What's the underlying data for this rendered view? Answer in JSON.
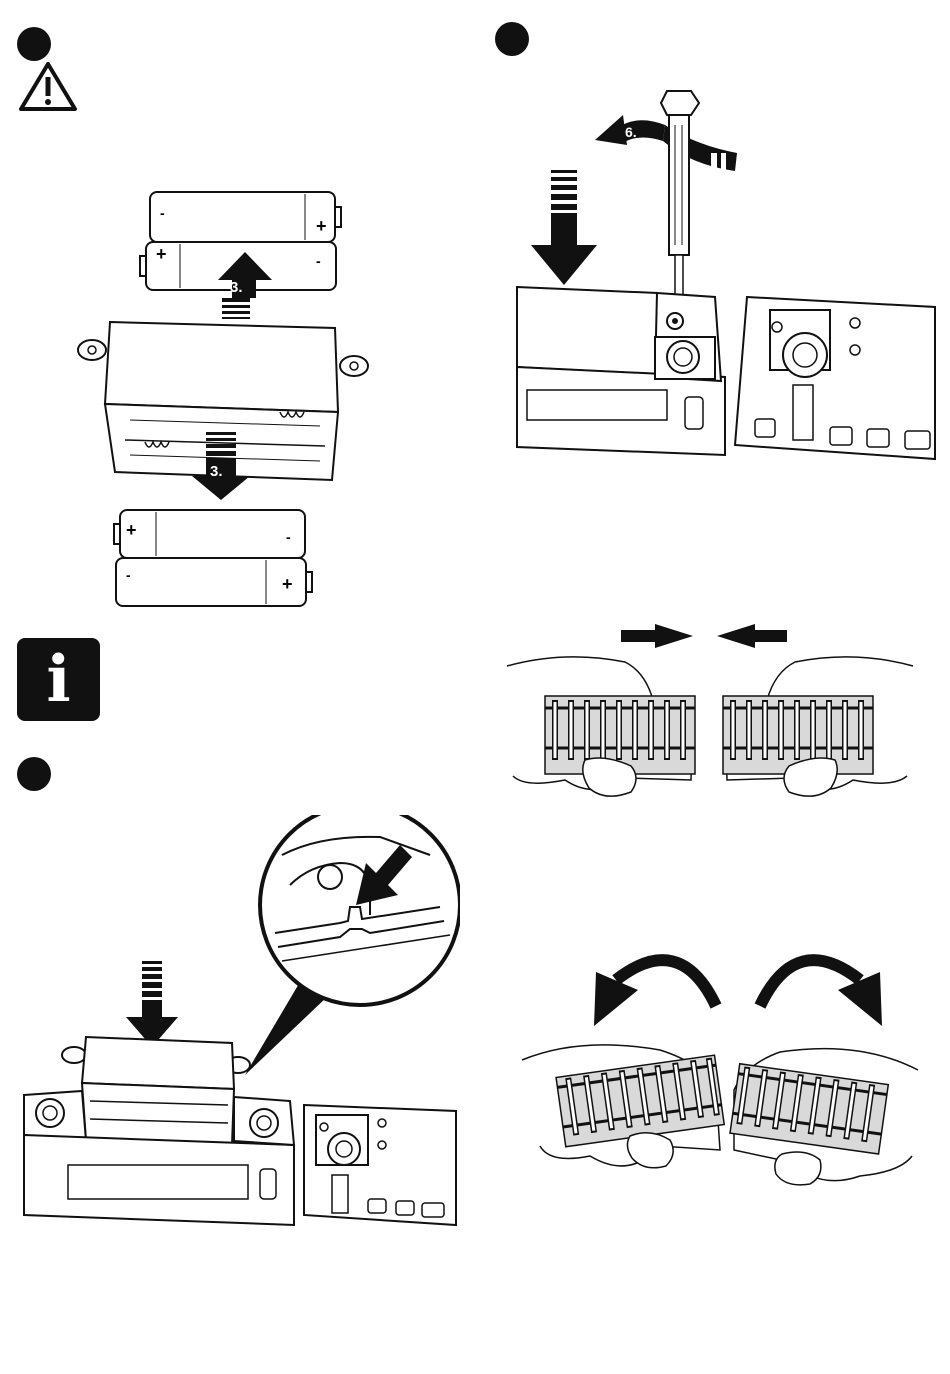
{
  "steps": {
    "arrow_label_up": "3.",
    "arrow_label_down": "3.",
    "arrow_label_screw": "6."
  },
  "icons": {
    "warning": "warning-triangle-icon",
    "info": "info-icon",
    "info_glyph": "i"
  },
  "batteries": {
    "plus": "+",
    "minus": "-"
  },
  "colors": {
    "ink": "#111111",
    "paper": "#ffffff",
    "ballast": "#d9d9d9"
  }
}
